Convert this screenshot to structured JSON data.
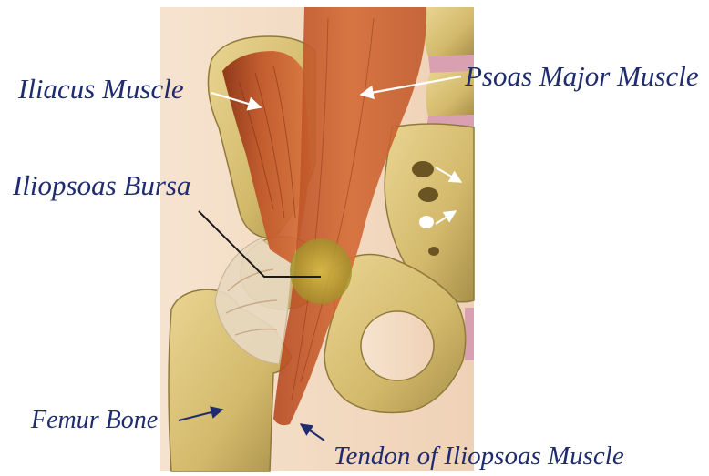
{
  "labels": {
    "iliacus": "Iliacus Muscle",
    "psoas": "Psoas Major Muscle",
    "bursa": "Iliopsoas Bursa",
    "femur": "Femur Bone",
    "tendon": "Tendon of Iliopsoas Muscle"
  },
  "colors": {
    "label_text": "#1f2d6e",
    "bone": "#d9c27a",
    "bone_shadow": "#a8904a",
    "muscle": "#c2562a",
    "muscle_dark": "#8a2e12",
    "cartilage": "#e8d9c0",
    "disc": "#d8a0b0",
    "bursa": "#c9b43a",
    "background_panel": "#f6e3cf",
    "pointer_white": "#ffffff",
    "pointer_dark": "#1f2d6e"
  }
}
